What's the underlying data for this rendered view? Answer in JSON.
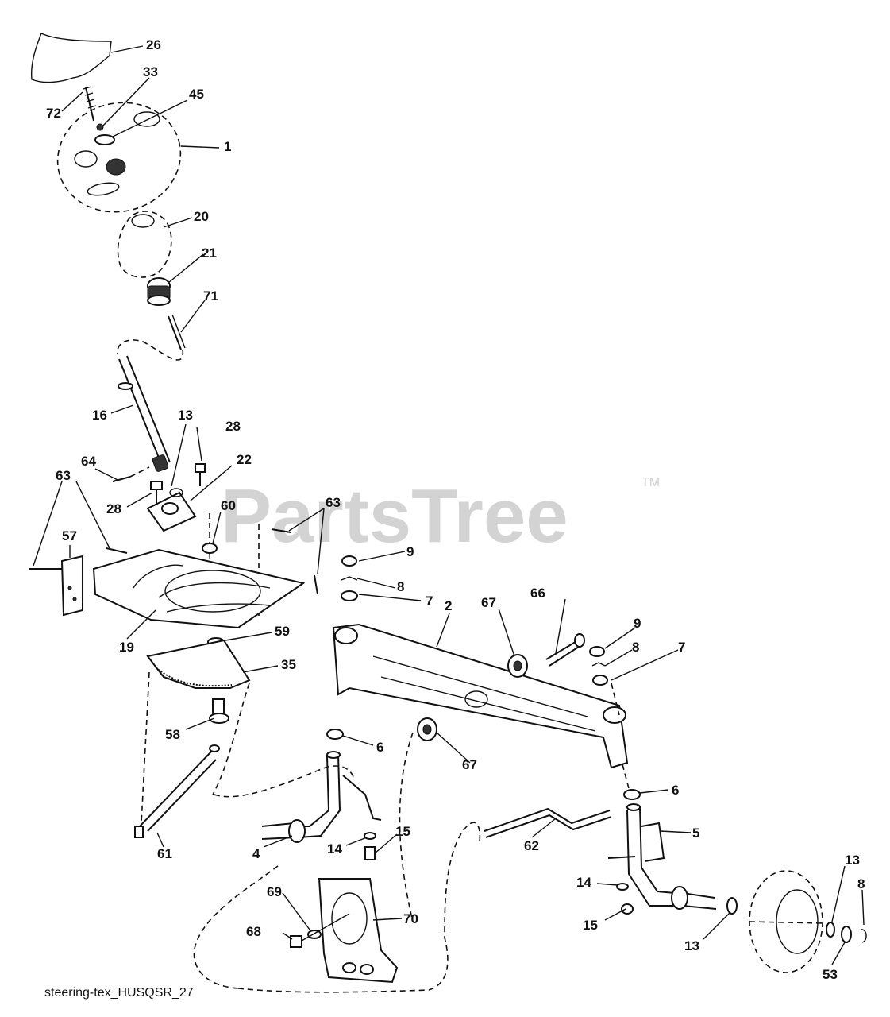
{
  "watermark": {
    "brand": "PartsTree",
    "trademark": "TM"
  },
  "caption": "steering-tex_HUSQSR_27",
  "callouts": [
    {
      "id": "c26",
      "text": "26"
    },
    {
      "id": "c33",
      "text": "33"
    },
    {
      "id": "c45",
      "text": "45"
    },
    {
      "id": "c72",
      "text": "72"
    },
    {
      "id": "c1",
      "text": "1"
    },
    {
      "id": "c20",
      "text": "20"
    },
    {
      "id": "c21",
      "text": "21"
    },
    {
      "id": "c71",
      "text": "71"
    },
    {
      "id": "c16",
      "text": "16"
    },
    {
      "id": "c13a",
      "text": "13"
    },
    {
      "id": "c28a",
      "text": "28"
    },
    {
      "id": "c64",
      "text": "64"
    },
    {
      "id": "c22",
      "text": "22"
    },
    {
      "id": "c28b",
      "text": "28"
    },
    {
      "id": "c63a",
      "text": "63"
    },
    {
      "id": "c63b",
      "text": "63"
    },
    {
      "id": "c57",
      "text": "57"
    },
    {
      "id": "c60",
      "text": "60"
    },
    {
      "id": "c9a",
      "text": "9"
    },
    {
      "id": "c8a",
      "text": "8"
    },
    {
      "id": "c7a",
      "text": "7"
    },
    {
      "id": "c66",
      "text": "66"
    },
    {
      "id": "c2",
      "text": "2"
    },
    {
      "id": "c67a",
      "text": "67"
    },
    {
      "id": "c9b",
      "text": "9"
    },
    {
      "id": "c8b",
      "text": "8"
    },
    {
      "id": "c7b",
      "text": "7"
    },
    {
      "id": "c19",
      "text": "19"
    },
    {
      "id": "c59",
      "text": "59"
    },
    {
      "id": "c35",
      "text": "35"
    },
    {
      "id": "c58",
      "text": "58"
    },
    {
      "id": "c6a",
      "text": "6"
    },
    {
      "id": "c67b",
      "text": "67"
    },
    {
      "id": "c6b",
      "text": "6"
    },
    {
      "id": "c5",
      "text": "5"
    },
    {
      "id": "c61",
      "text": "61"
    },
    {
      "id": "c4",
      "text": "4"
    },
    {
      "id": "c14a",
      "text": "14"
    },
    {
      "id": "c15a",
      "text": "15"
    },
    {
      "id": "c62",
      "text": "62"
    },
    {
      "id": "c69",
      "text": "69"
    },
    {
      "id": "c70",
      "text": "70"
    },
    {
      "id": "c68",
      "text": "68"
    },
    {
      "id": "c14b",
      "text": "14"
    },
    {
      "id": "c15b",
      "text": "15"
    },
    {
      "id": "c13b",
      "text": "13"
    },
    {
      "id": "c8c",
      "text": "8"
    },
    {
      "id": "c13c",
      "text": "13"
    },
    {
      "id": "c53",
      "text": "53"
    }
  ]
}
